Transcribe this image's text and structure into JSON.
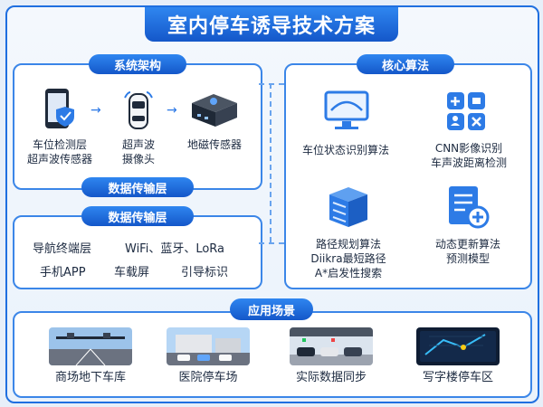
{
  "title": "室内停车诱导技术方案",
  "system": {
    "header": "系统架构",
    "items": [
      {
        "label": "车位检测层\n超声波传感器",
        "icon": "phone-shield-icon"
      },
      {
        "label": "超声波\n摄像头",
        "icon": "car-sensor-icon"
      },
      {
        "label": "地磁传感器",
        "icon": "sensor-box-icon"
      }
    ],
    "footer": "数据传输层"
  },
  "transport": {
    "header": "数据传输层",
    "row1": [
      "导航终端层",
      "WiFi、蓝牙、LoRa"
    ],
    "row2": [
      "手机APP",
      "车载屏",
      "引导标识"
    ]
  },
  "algorithms": {
    "header": "核心算法",
    "items": [
      {
        "label": "车位状态识别算法",
        "icon": "monitor-icon"
      },
      {
        "label": "CNN影像识别\n车声波距离检测",
        "icon": "grid-apps-icon"
      },
      {
        "label": "路径规划算法\nDiikra最短路径\nA*启发性搜索",
        "icon": "database-icon"
      },
      {
        "label": "动态更新算法\n预测模型",
        "icon": "document-plus-icon"
      }
    ]
  },
  "applications": {
    "header": "应用场景",
    "items": [
      {
        "label": "商场地下车库",
        "scene": "highway-scene"
      },
      {
        "label": "医院停车场",
        "scene": "hospital-scene"
      },
      {
        "label": "实际数据同步",
        "scene": "garage-scene"
      },
      {
        "label": "写字楼停车区",
        "scene": "map-screen-scene"
      }
    ]
  },
  "colors": {
    "accent": "#1f6fe0",
    "panel_border": "#3b86e8",
    "background": "#e7eff9"
  }
}
